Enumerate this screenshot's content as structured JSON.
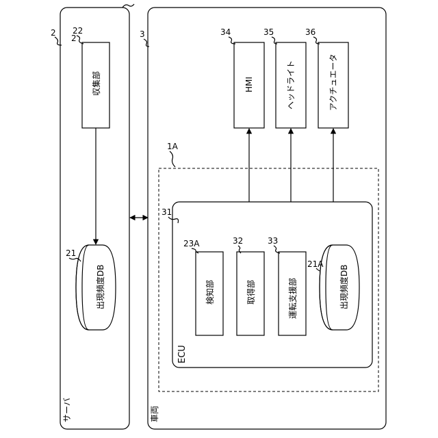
{
  "server": {
    "ref": "2",
    "label": "サーバ",
    "collector": {
      "ref": "22",
      "label": "収集部"
    },
    "db": {
      "ref": "21",
      "label": "出現頻度DB"
    }
  },
  "vehicle": {
    "ref": "3",
    "label": "車両",
    "hmi": {
      "ref": "34",
      "label": "HMI"
    },
    "headlight": {
      "ref": "35",
      "label": "ヘッドライト"
    },
    "actuator": {
      "ref": "36",
      "label": "アクチュエータ"
    },
    "device": {
      "ref": "1A"
    },
    "ecu": {
      "ref": "31",
      "label": "ECU",
      "detector": {
        "ref": "23A",
        "label": "検知部"
      },
      "acquirer": {
        "ref": "32",
        "label": "取得部"
      },
      "assist": {
        "ref": "33",
        "label": "運転支援部"
      },
      "db": {
        "ref": "21A",
        "label": "出現頻度DB"
      }
    }
  }
}
